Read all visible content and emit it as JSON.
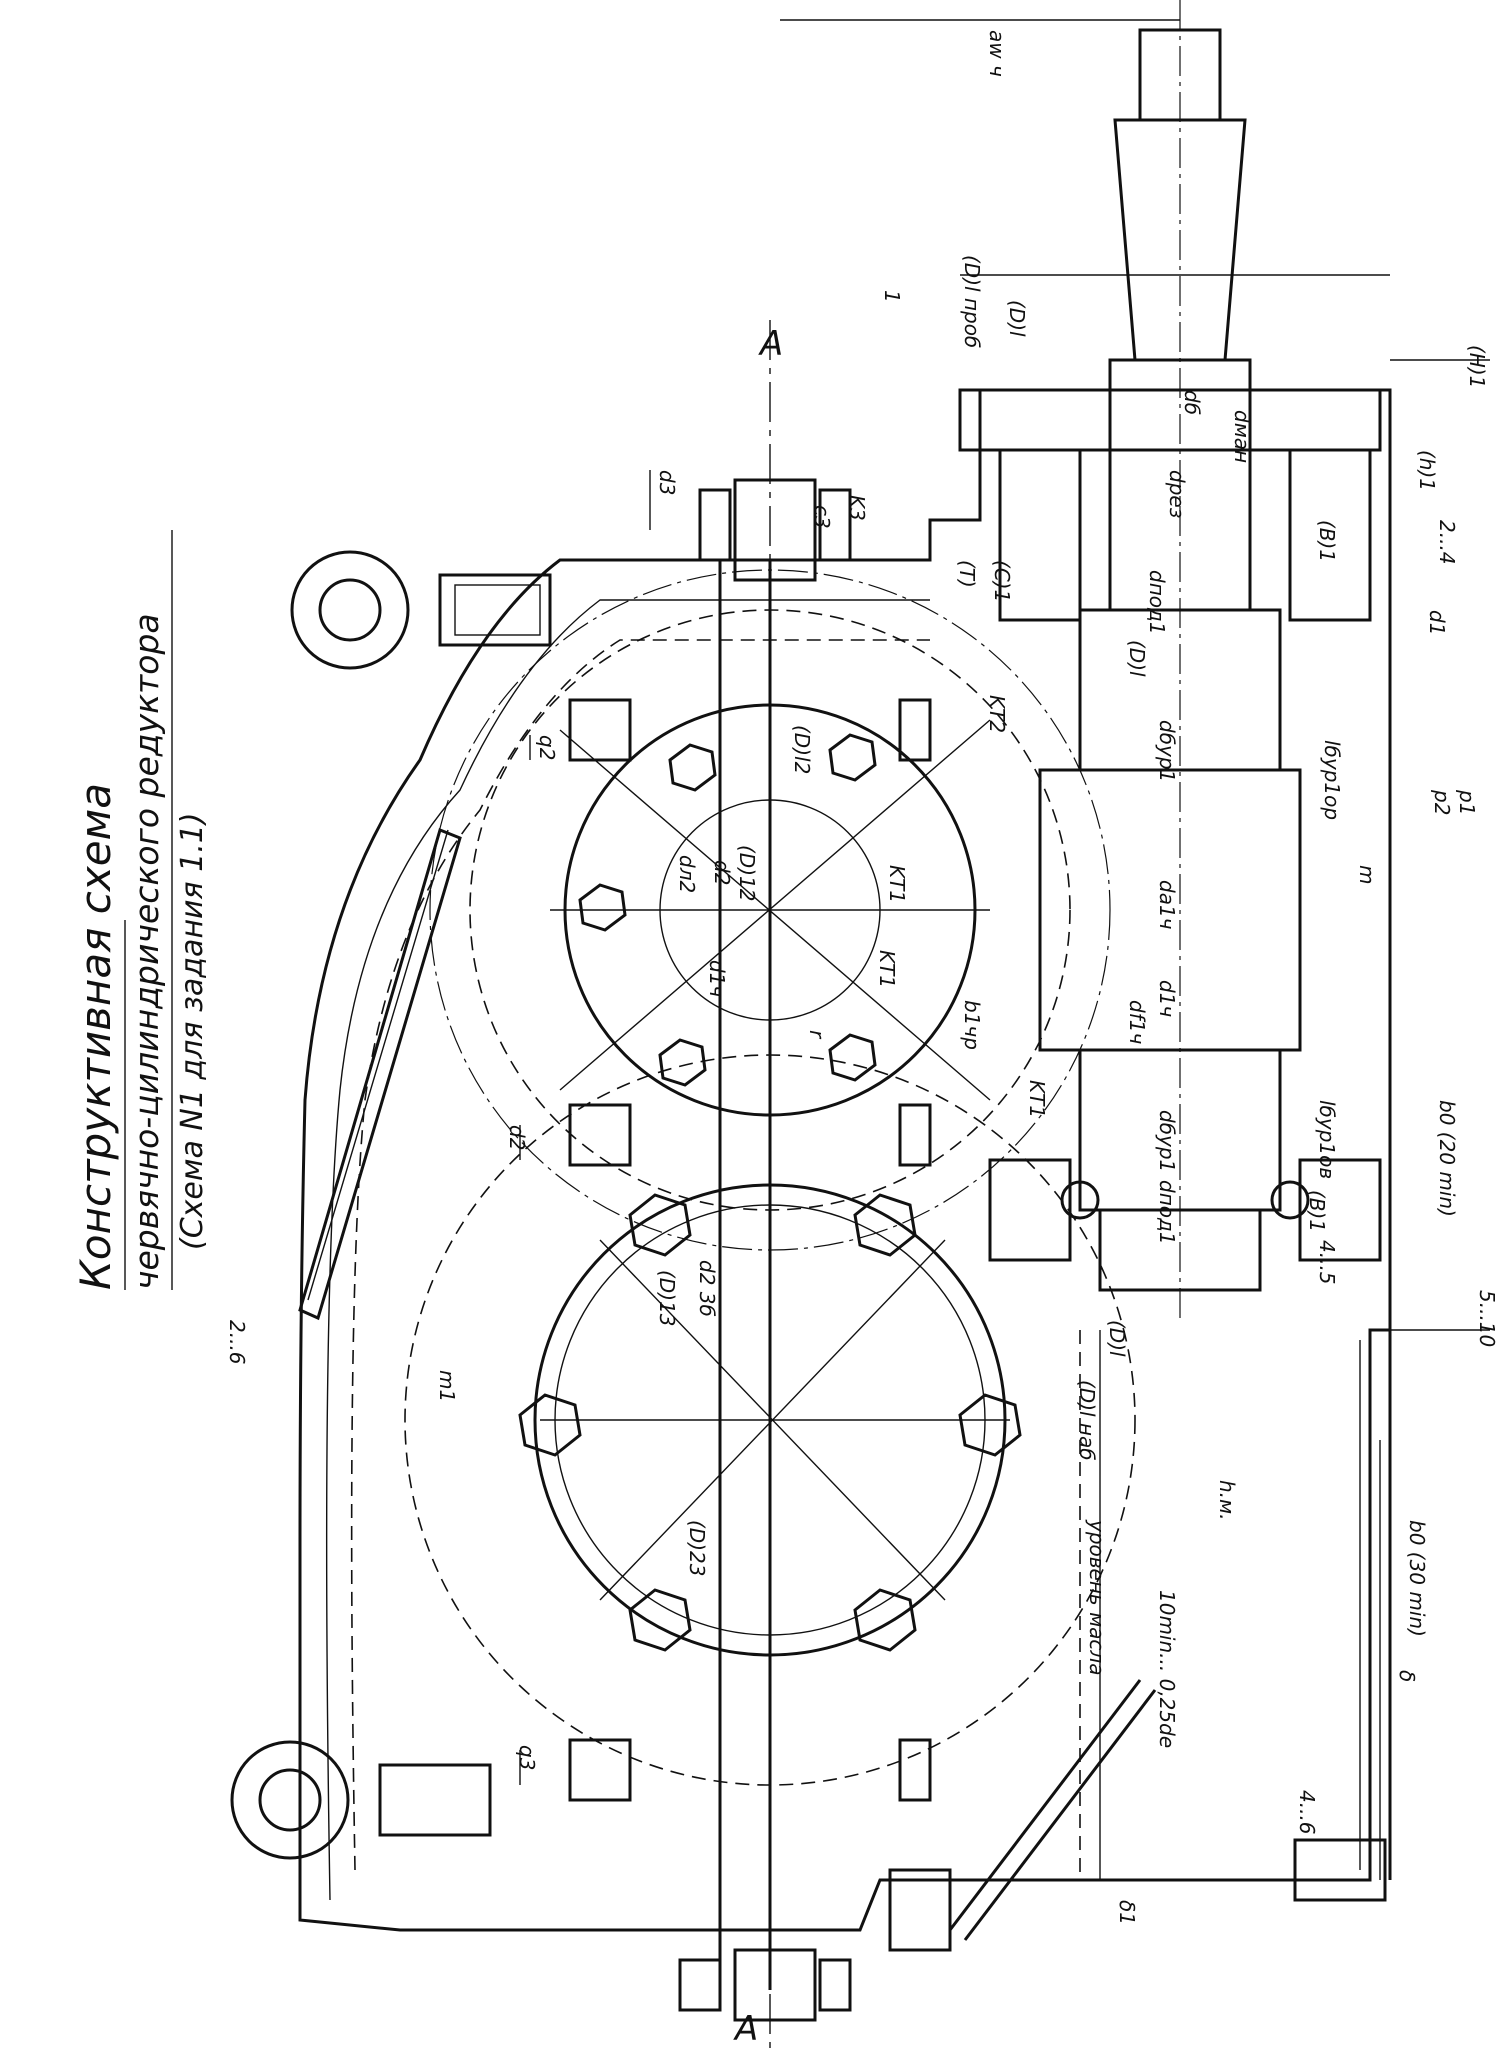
{
  "title": {
    "line1": "Конструктивная схема",
    "line2": "червячно-цилиндрического редуктора",
    "line3": "(Схема N1 для задания 1.1)"
  },
  "section_marks": {
    "top": "А",
    "bottom": "А"
  },
  "labels": {
    "a_wch": "aw ч",
    "d_b_lprob": "(D)l проб",
    "D_l1": "(D)l",
    "H_1": "(H)1",
    "h_1": "(h)1",
    "B_1": "(B)1",
    "T_1": "(T)",
    "C_1": "(C)1",
    "d_b": "dб",
    "d_man": "dман",
    "d_rez": "dрез",
    "d_pod1": "dпод1",
    "D_l_inner": "(D)l",
    "dim_2_4": "2...4",
    "d1": "d1",
    "d_bur1_top": "dбур1",
    "l_bur1_top": "lбур1ор",
    "p1": "p1",
    "p2": "p2",
    "m": "m",
    "d_a1ch": "da1ч",
    "d_1ch": "d1ч",
    "d_f1ch": "df1ч",
    "d_bur1_bot": "dбур1",
    "l_bur1_bot": "lбур1ов",
    "b0_20": "b0 (20 min)",
    "dim_5_10": "5...10",
    "dim_4_5": "4...5",
    "d_pod1_bot": "dпод1",
    "B_bot": "(B)1",
    "D_l_bot": "(D)l",
    "D_l_nab": "(D)l наб",
    "h_m": "h.м.",
    "oil_level": "уровень масла",
    "oil_range": "10min... 0,25de",
    "b0_30": "b0 (30 min)",
    "delta": "δ",
    "dim_4_6": "4...6",
    "delta1": "δ1",
    "d3": "d3",
    "c3": "c3",
    "k3": "K3",
    "q2": "q2",
    "d2": "d2",
    "m1": "m1",
    "dim_2_6": "2...6",
    "q3": "q3",
    "K_T2": "KT2",
    "K_T1a": "KT1",
    "K_T1b": "KT1",
    "K_T1c": "KT1",
    "D_l2": "(D)l2",
    "D_12": "(D)12",
    "D_a2": "d2",
    "D_n2": "dл2",
    "d_a1": "d1ч",
    "r": "r",
    "d_2w": "d2 3б",
    "D_13": "(D)13",
    "D_23": "(D)23",
    "lines_num": "1",
    "B1_ch": "b1чр"
  },
  "colors": {
    "ink": "#111111",
    "paper": "#ffffff"
  }
}
